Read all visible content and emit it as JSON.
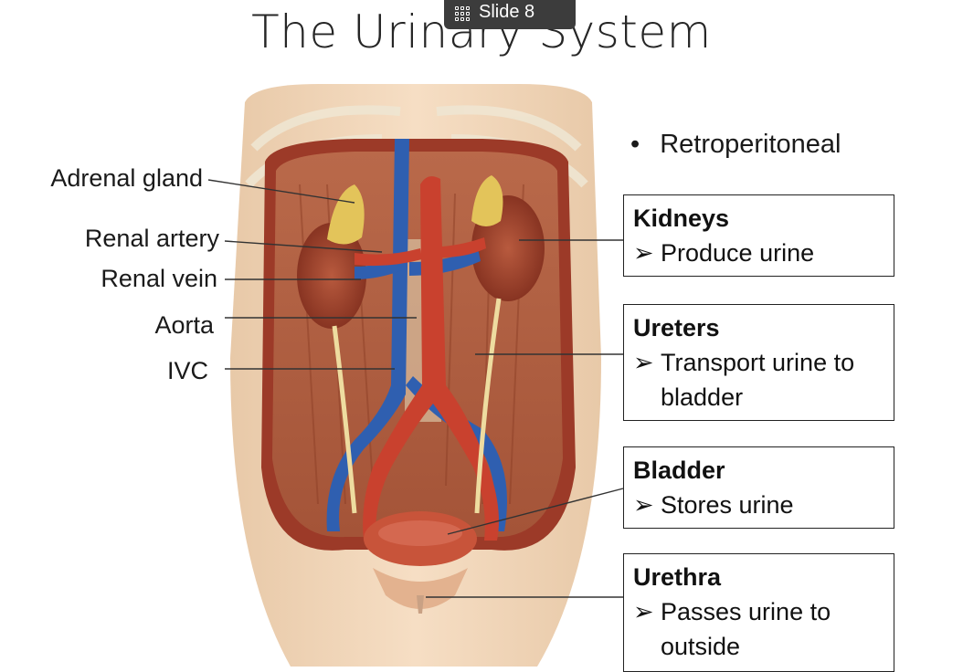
{
  "slide": {
    "title": "The Urinary System",
    "indicator": "Slide 8"
  },
  "figure_labels": {
    "adrenal_gland": "Adrenal gland",
    "renal_artery": "Renal artery",
    "renal_vein": "Renal vein",
    "aorta": "Aorta",
    "ivc": "IVC"
  },
  "bullet": {
    "text": "Retroperitoneal"
  },
  "boxes": {
    "kidneys": {
      "title": "Kidneys",
      "line1": "Produce urine"
    },
    "ureters": {
      "title": "Ureters",
      "line1": "Transport urine to",
      "line2": "bladder"
    },
    "bladder": {
      "title": "Bladder",
      "line1": "Stores urine"
    },
    "urethra": {
      "title": "Urethra",
      "line1": "Passes urine to",
      "line2": "outside"
    }
  },
  "icons": {
    "slide_grid": "grid-icon",
    "bullet_arrow": "arrow-bullet-icon"
  }
}
